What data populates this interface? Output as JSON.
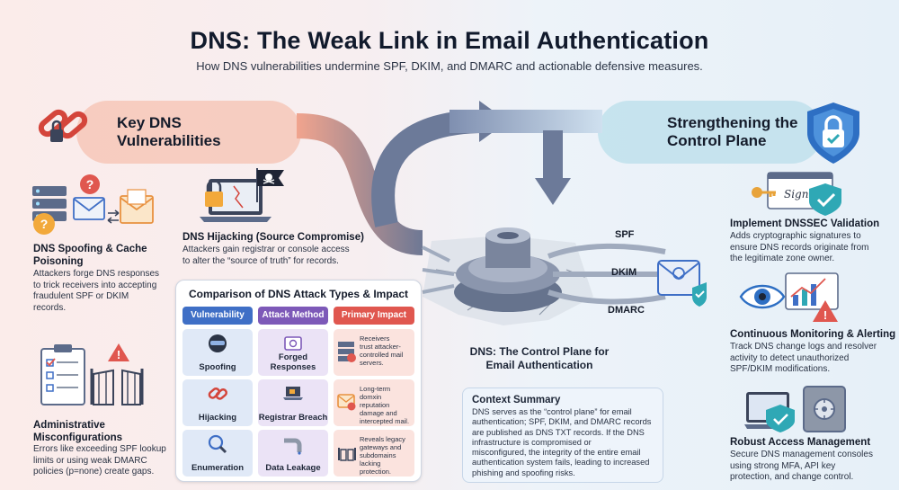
{
  "header": {
    "title": "DNS: The Weak Link in Email Authentication",
    "subtitle": "How DNS vulnerabilities undermine SPF, DKIM, and DMARC and actionable defensive measures."
  },
  "left_banner": {
    "title_line1": "Key DNS",
    "title_line2": "Vulnerabilities"
  },
  "right_banner": {
    "title_line1": "Strengthening the",
    "title_line2": "Control Plane"
  },
  "vulnerabilities": {
    "spoofing": {
      "title_line1": "DNS Spoofing & Cache",
      "title_line2": "Poisoning",
      "desc": [
        "Attackers forge DNS responses",
        "to trick receivers into accepting",
        "fraudulent SPF or DKIM",
        "records."
      ]
    },
    "hijacking": {
      "title": "DNS Hijacking (Source Compromise)",
      "desc": [
        "Attackers gain registrar or console access",
        "to alter the “source of truth” for records."
      ]
    },
    "misconfig": {
      "title_line1": "Administrative",
      "title_line2": "Misconfigurations",
      "desc": [
        "Errors like exceeding SPF lookup",
        "limits or using weak DMARC",
        "policies (p=none) create gaps."
      ]
    }
  },
  "comparison": {
    "title": "Comparison of DNS Attack Types & Impact",
    "headers": [
      "Vulnerability",
      "Attack Method",
      "Primary Impact"
    ],
    "header_colors": [
      "#3f6fc6",
      "#7d59b8",
      "#e0574f"
    ],
    "rows": [
      {
        "vulnerability": "Spoofing",
        "method": "Forged Responses",
        "impact": [
          "Receivers",
          "trust attacker-",
          "controlled mail",
          "servers."
        ]
      },
      {
        "vulnerability": "Hijacking",
        "method": "Registrar Breach",
        "impact": [
          "Long-term",
          "domxin reputation",
          "damage and",
          "intercepted mail."
        ]
      },
      {
        "vulnerability": "Enumeration",
        "method": "Data Leakage",
        "impact": [
          "Reveals legacy",
          "gateways and",
          "subdomains",
          "lacking protection."
        ]
      }
    ]
  },
  "control_plane": {
    "label_line1": "DNS: The Control Plane for",
    "label_line2": "Email Authentication",
    "records": [
      "SPF",
      "DKIM",
      "DMARC"
    ]
  },
  "context": {
    "title": "Context Summary",
    "body": [
      "DNS serves as the “control plane” for email",
      "authentication; SPF, DKIM, and DMARC records",
      "are published as DNS TXT records. If the DNS",
      "infrastructure is compromised or",
      "misconfigured, the integrity of the entire email",
      "authentication system fails, leading to increased",
      "phishing and spoofing risks."
    ]
  },
  "measures": {
    "dnssec": {
      "title": "Implement DNSSEC Validation",
      "sign_text": "Signat",
      "desc": [
        "Adds cryptographic signatures to",
        "ensure DNS records originate from",
        "the legitimate zone owner."
      ]
    },
    "monitoring": {
      "title": "Continuous Monitoring & Alerting",
      "desc": [
        "Track DNS change logs and resolver",
        "activity to detect unauthorized",
        "SPF/DKIM modifications."
      ]
    },
    "access": {
      "title": "Robust Access Management",
      "desc": [
        "Secure DNS management consoles",
        "using strong MFA, API key",
        "protection, and change control."
      ]
    }
  },
  "colors": {
    "accent_red": "#e0574f",
    "accent_blue": "#3f6fc6",
    "accent_purple": "#7d59b8",
    "shield_teal": "#2fa8b5"
  },
  "icons": [
    "broken-chain-icon",
    "server-icon",
    "email-icon",
    "question-icon",
    "warning-icon",
    "laptop-icon",
    "lock-icon",
    "pirate-flag-icon",
    "checklist-icon",
    "gate-icon",
    "shield-lock-icon",
    "key-icon",
    "shield-check-icon",
    "eye-icon",
    "chart-icon",
    "safe-icon",
    "gear-hub-icon"
  ]
}
